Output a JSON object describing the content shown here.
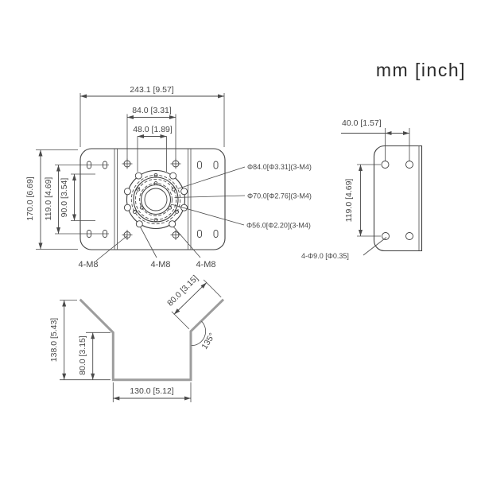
{
  "units_label": "mm [inch]",
  "front_view": {
    "width": "243.1 [9.57]",
    "bolt_span": "84.0 [3.31]",
    "inner_span": "48.0 [1.89]",
    "height": "170.0 [6.69]",
    "slot_row_span": "119.0 [4.69]",
    "mid_span": "90.0 [3.54]",
    "circle84": "Φ84.0[Φ3.31](3-M4)",
    "circle70": "Φ70.0[Φ2.76](3-M4)",
    "circle56": "Φ56.0[Φ2.20](3-M4)",
    "m8_left": "4-M8",
    "m8_mid": "4-M8",
    "m8_right": "4-M8"
  },
  "side_view": {
    "hole_span": "40.0 [1.57]",
    "hole_row_span": "119.0 [4.69]",
    "hole_note": "4-Φ9.0 [Φ0.35]"
  },
  "profile_view": {
    "height": "138.0 [5.43]",
    "inner_height": "80.0 [3.15]",
    "base_width": "130.0 [5.12]",
    "arm_length": "80.0 [3.15]",
    "bend_angle": "135°"
  }
}
